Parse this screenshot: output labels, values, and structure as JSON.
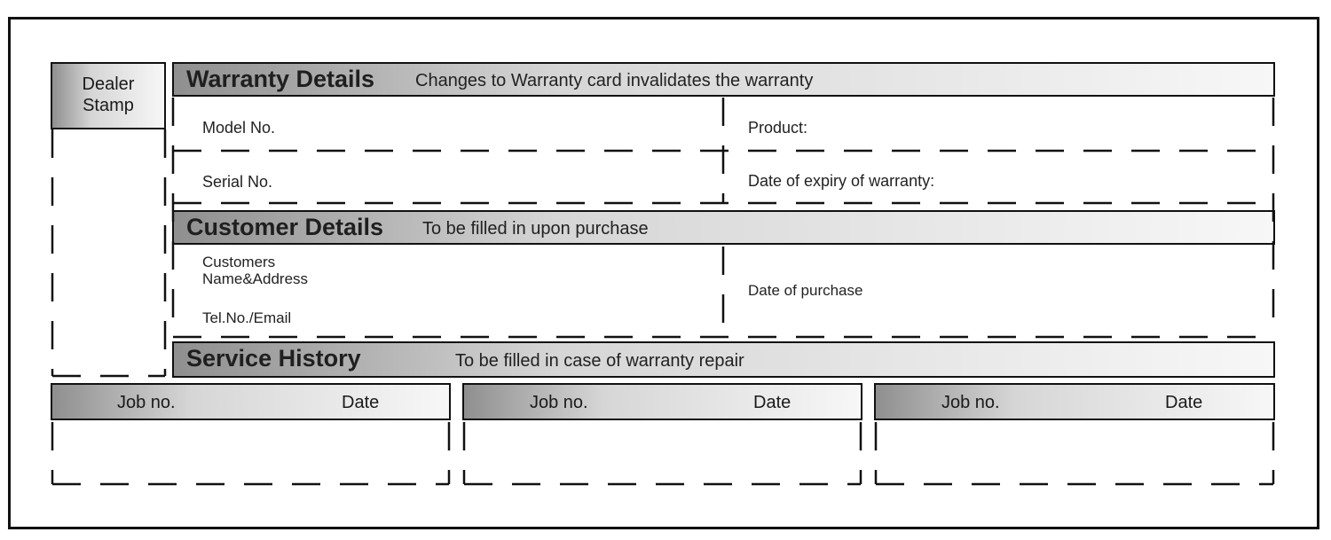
{
  "stamp": {
    "line1": "Dealer",
    "line2": "Stamp"
  },
  "warranty": {
    "title": "Warranty Details",
    "subtitle": "Changes to Warranty card invalidates the warranty",
    "model_label": "Model No.",
    "product_label": "Product:",
    "serial_label": "Serial No.",
    "expiry_label": "Date of expiry of warranty:"
  },
  "customer": {
    "title": "Customer Details",
    "subtitle": "To be filled in upon purchase",
    "name_label_1": "Customers",
    "name_label_2": "Name&Address",
    "tel_label": "Tel.No./Email",
    "purchase_label": "Date of purchase"
  },
  "service": {
    "title": "Service History",
    "subtitle": "To be filled in case of warranty repair",
    "jobs": [
      {
        "job_label": "Job no.",
        "date_label": "Date"
      },
      {
        "job_label": "Job no.",
        "date_label": "Date"
      },
      {
        "job_label": "Job no.",
        "date_label": "Date"
      }
    ]
  }
}
